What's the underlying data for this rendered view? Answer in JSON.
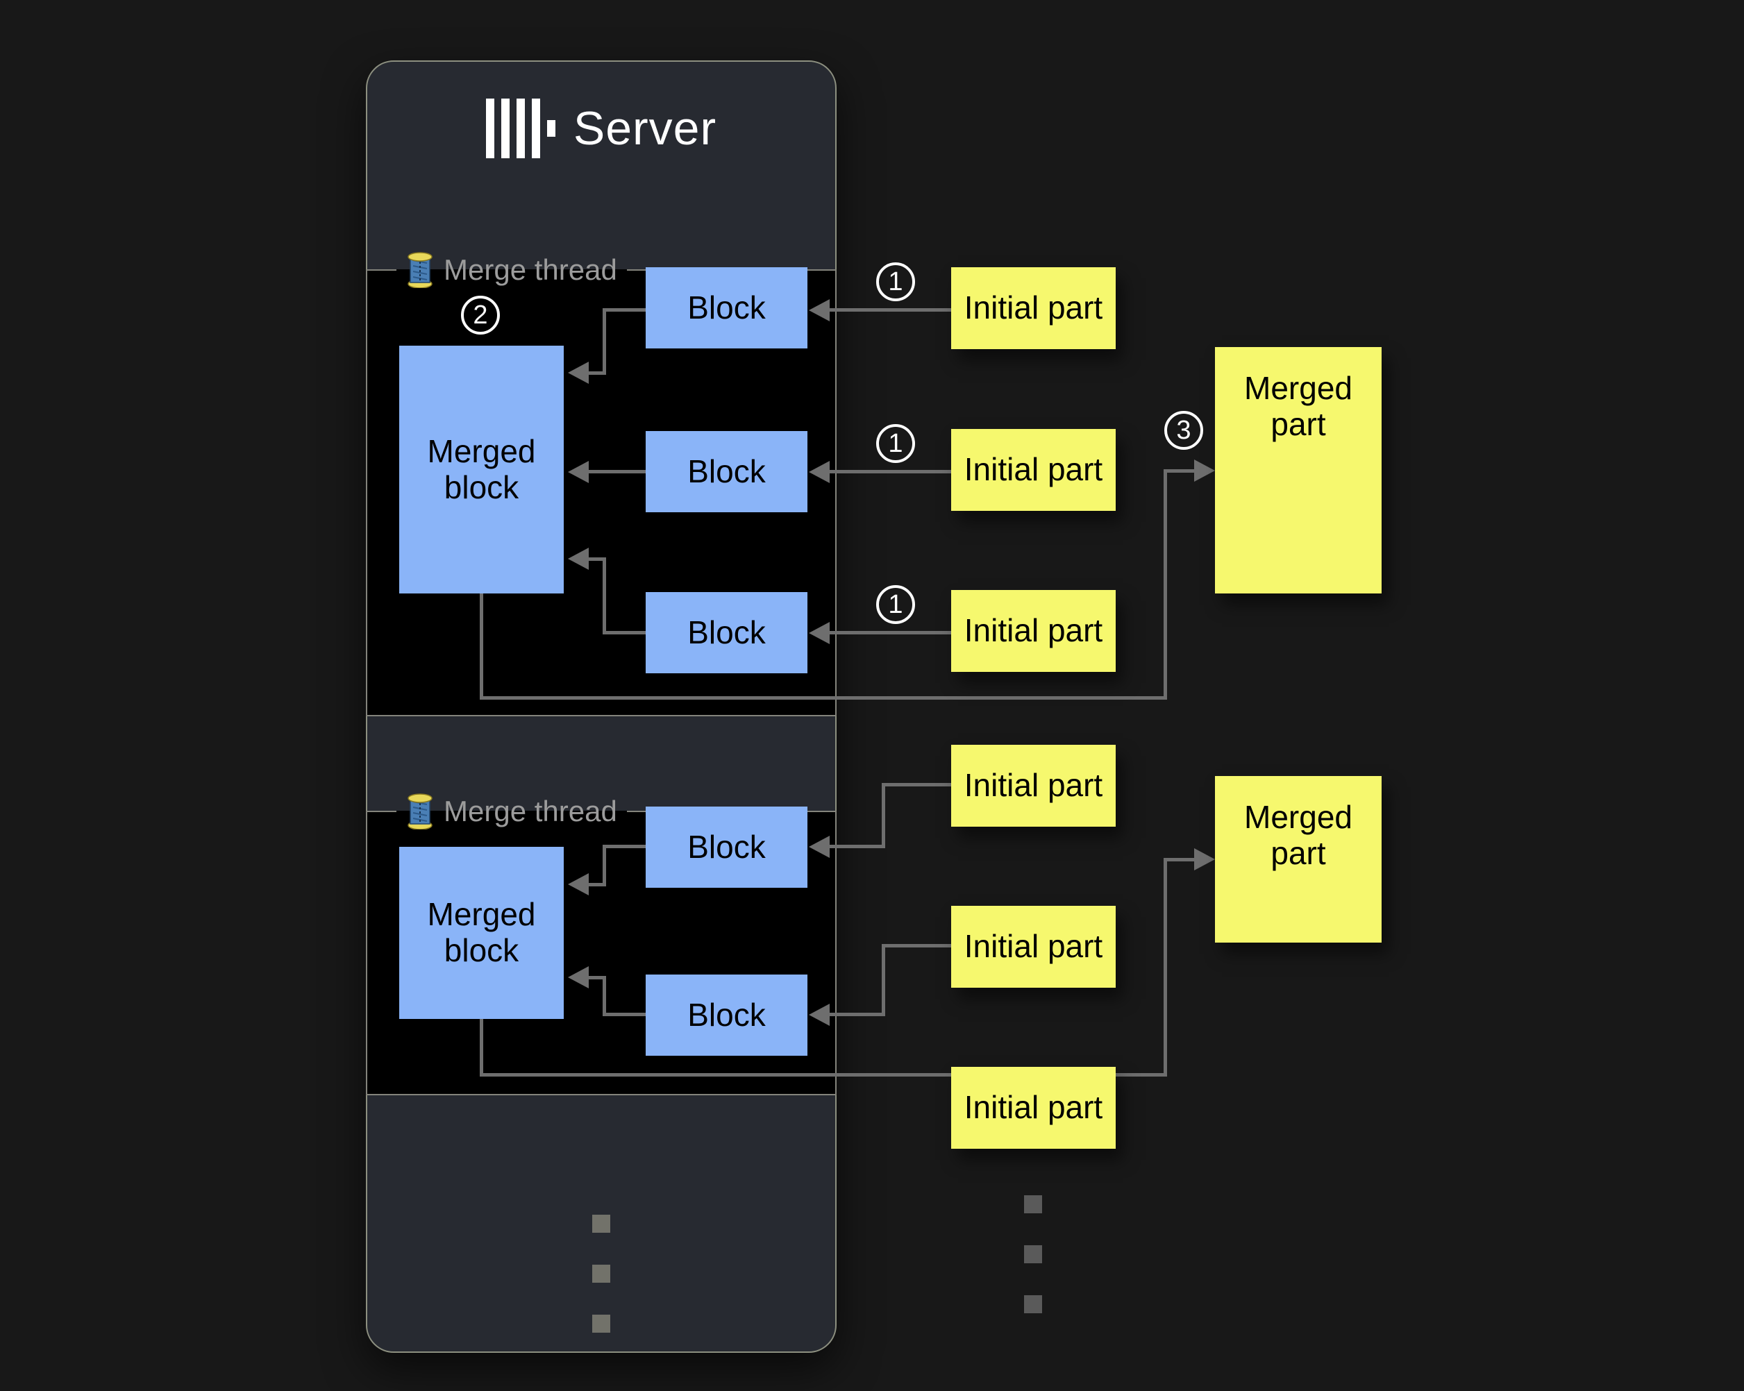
{
  "server": {
    "title": "Server",
    "logo": "clickhouse-logo"
  },
  "panels": [
    {
      "label": "Merge thread",
      "icon": "thread-spool",
      "step_number": "2",
      "merged_block_label": "Merged block",
      "block_labels": [
        "Block",
        "Block",
        "Block"
      ]
    },
    {
      "label": "Merge thread",
      "icon": "thread-spool",
      "merged_block_label": "Merged block",
      "block_labels": [
        "Block",
        "Block"
      ]
    }
  ],
  "groups": [
    {
      "initial_parts": [
        {
          "label": "Initial part",
          "step_number": "1"
        },
        {
          "label": "Initial part",
          "step_number": "1"
        },
        {
          "label": "Initial part",
          "step_number": "1"
        }
      ],
      "merged_part": {
        "label": "Merged part",
        "step_number": "3"
      }
    },
    {
      "initial_parts": [
        {
          "label": "Initial part"
        },
        {
          "label": "Initial part"
        },
        {
          "label": "Initial part"
        }
      ],
      "merged_part": {
        "label": "Merged part"
      }
    }
  ],
  "colors": {
    "page-bg": "#181818",
    "card-bg": "#272a31",
    "card-border": "#8d9080",
    "panel-bg": "#000000",
    "panel-border": "#84847c",
    "muted": "#9c9c9c",
    "block-fill": "#8ab4f8",
    "part-fill": "#f6f86e",
    "arrow": "#6e6e6e",
    "badge": "#ffffff",
    "dot-card": "#72726a",
    "dot-out": "#5a5a5a",
    "title": "#ffffff"
  }
}
